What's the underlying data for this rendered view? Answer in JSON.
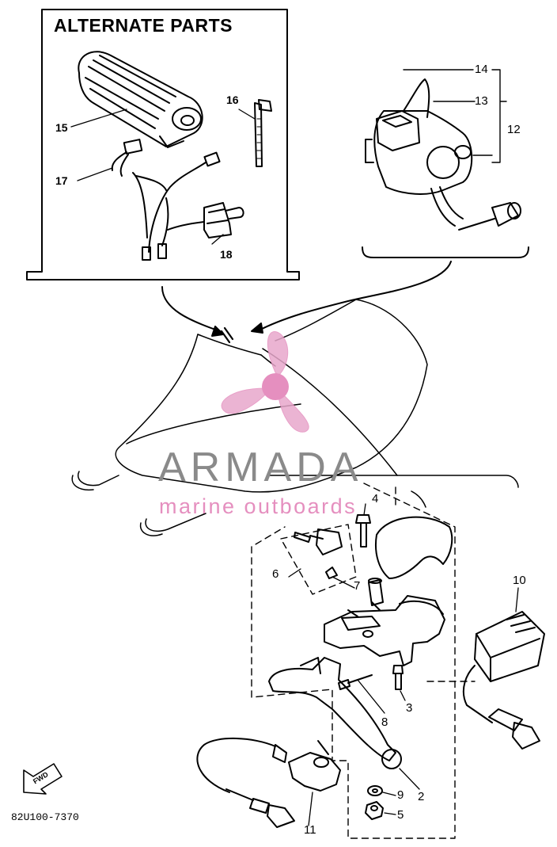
{
  "alternate_parts": {
    "title": "ALTERNATE PARTS"
  },
  "callouts": {
    "c2": "2",
    "c3": "3",
    "c4": "4",
    "c5": "5",
    "c6": "6",
    "c7": "7",
    "c8": "8",
    "c9": "9",
    "c10": "10",
    "c11": "11",
    "c12": "12",
    "c13": "13",
    "c14": "14",
    "c15": "15",
    "c16": "16",
    "c17": "17",
    "c18": "18"
  },
  "part_number": "82U100-7370",
  "fwd_label": "FWD",
  "watermark": {
    "name": "ARMADA",
    "tagline": "marine outboards",
    "colors": {
      "text": "#8a8a8a",
      "accent": "#e58fbf"
    }
  }
}
